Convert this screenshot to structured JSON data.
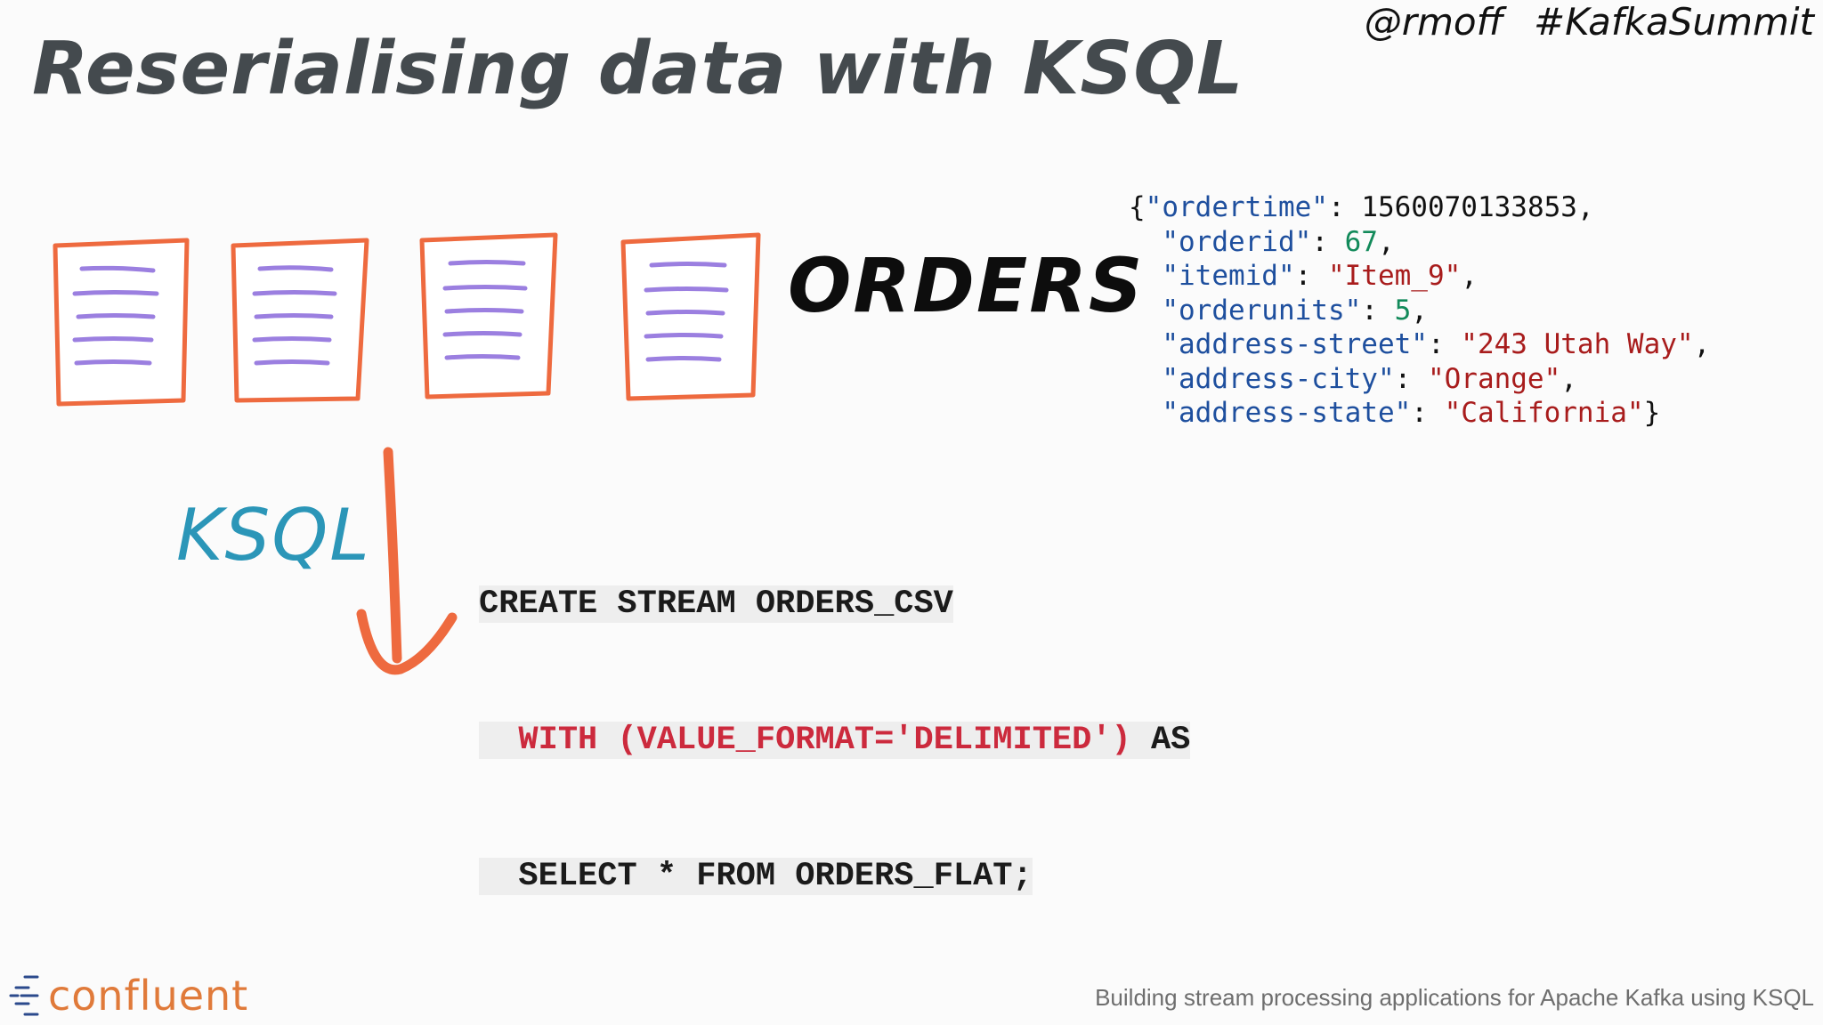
{
  "slide": {
    "title": "Reserialising data with KSQL",
    "handle": "@rmoff",
    "hashtag": "#KafkaSummit",
    "orders_label": "ORDERS",
    "ksql_label": "KSQL",
    "footer": "Building stream processing applications for Apache Kafka using KSQL",
    "logo_text": "confluent"
  },
  "json_record": {
    "ordertime_key": "\"ordertime\"",
    "ordertime_val": "1560070133853",
    "orderid_key": "\"orderid\"",
    "orderid_val": "67",
    "itemid_key": "\"itemid\"",
    "itemid_val": "\"Item_9\"",
    "orderunits_key": "\"orderunits\"",
    "orderunits_val": "5",
    "street_key": "\"address-street\"",
    "street_val": "\"243 Utah Way\"",
    "city_key": "\"address-city\"",
    "city_val": "\"Orange\"",
    "state_key": "\"address-state\"",
    "state_val": "\"California\""
  },
  "sql": {
    "line1": "CREATE STREAM ORDERS_CSV",
    "line2_with": "WITH (VALUE_FORMAT='DELIMITED')",
    "line2_as": "AS",
    "line3": "SELECT * FROM ORDERS_FLAT;"
  },
  "colors": {
    "document_border": "#ee6a3f",
    "document_lines": "#9b7fe0",
    "arrow": "#ee6a3f",
    "ksql_label": "#2b96b8",
    "sql_keyword_red": "#cc2a3d",
    "json_key": "#1e4f9e",
    "json_number": "#128a5a",
    "json_string": "#a81c1c",
    "logo": "#e07a3a"
  },
  "icons": [
    "document-icon",
    "down-arrow-icon",
    "confluent-logo-icon"
  ]
}
